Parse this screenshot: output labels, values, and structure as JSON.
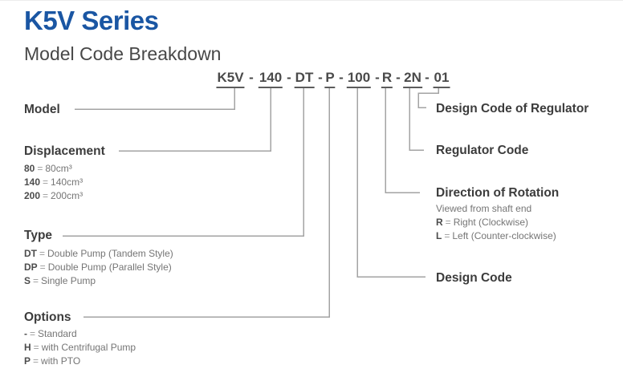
{
  "header": {
    "title": "K5V Series",
    "subtitle": "Model Code Breakdown"
  },
  "model_code": {
    "full": "K5V - 140 - DT - P - 100 - R - 2N - 01",
    "segments": [
      "K5V",
      "140",
      "DT",
      "P",
      "100",
      "R",
      "2N",
      "01"
    ],
    "separator": "-"
  },
  "symbols": {
    "equals": "="
  },
  "left_sections": {
    "model": {
      "heading": "Model"
    },
    "displacement": {
      "heading": "Displacement",
      "items": [
        {
          "code": "80",
          "value": "80cm³"
        },
        {
          "code": "140",
          "value": "140cm³"
        },
        {
          "code": "200",
          "value": "200cm³"
        }
      ]
    },
    "type": {
      "heading": "Type",
      "items": [
        {
          "code": "DT",
          "value": "Double Pump (Tandem Style)"
        },
        {
          "code": "DP",
          "value": "Double Pump (Parallel Style)"
        },
        {
          "code": "S",
          "value": "Single Pump"
        }
      ]
    },
    "options": {
      "heading": "Options",
      "items": [
        {
          "code": "-",
          "value": "Standard"
        },
        {
          "code": "H",
          "value": "with Centrifugal Pump"
        },
        {
          "code": "P",
          "value": "with PTO"
        }
      ]
    }
  },
  "right_sections": {
    "design_code_of_regulator": {
      "heading": "Design Code of Regulator"
    },
    "regulator_code": {
      "heading": "Regulator Code"
    },
    "direction_of_rotation": {
      "heading": "Direction of Rotation",
      "note": "Viewed from shaft end",
      "items": [
        {
          "code": "R",
          "value": "Right (Clockwise)"
        },
        {
          "code": "L",
          "value": "Left (Counter-clockwise)"
        }
      ]
    },
    "design_code": {
      "heading": "Design Code"
    }
  },
  "colors": {
    "title_blue": "#1a56a3",
    "heading_gray": "#3c3c3c",
    "body_gray": "#757575",
    "line_gray": "#a3a3a3"
  }
}
